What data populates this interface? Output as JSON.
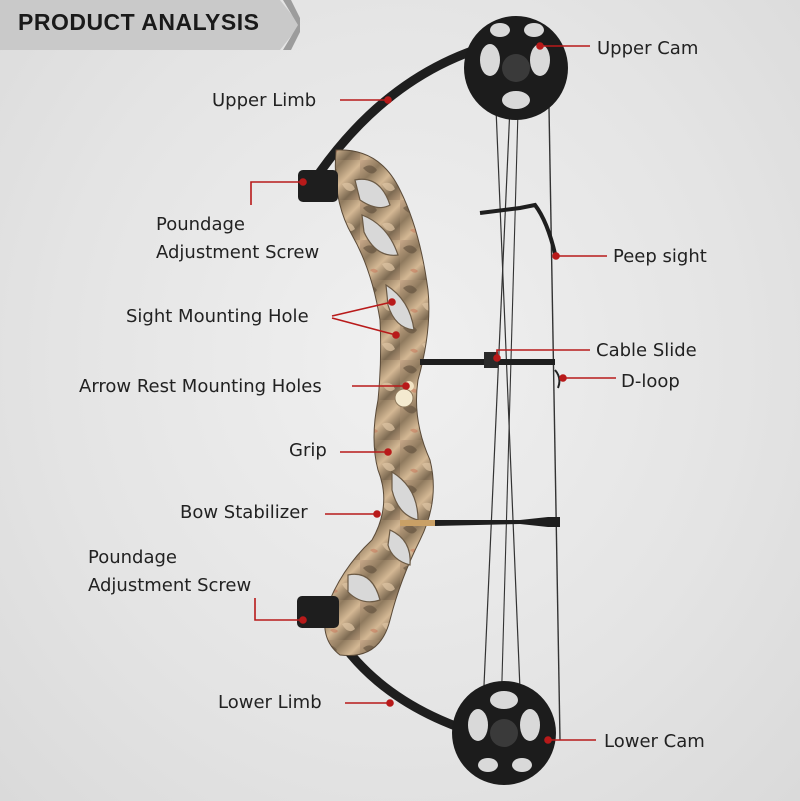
{
  "header": {
    "title": "PRODUCT ANALYSIS"
  },
  "colors": {
    "leader": "#b81a1a",
    "limb": "#1e1e1e",
    "header_bg": "#c8c8c8",
    "header_stripe": "#9a9a9a"
  },
  "labels": {
    "upper_cam": "Upper Cam",
    "upper_limb": "Upper Limb",
    "poundage_top_1": "Poundage",
    "poundage_top_2": "Adjustment Screw",
    "peep_sight": "Peep sight",
    "sight_mounting_hole": "Sight Mounting Hole",
    "cable_slide": "Cable Slide",
    "d_loop": "D-loop",
    "arrow_rest": "Arrow Rest Mounting Holes",
    "grip": "Grip",
    "bow_stabilizer": "Bow Stabilizer",
    "poundage_bottom_1": "Poundage",
    "poundage_bottom_2": "Adjustment Screw",
    "lower_limb": "Lower Limb",
    "lower_cam": "Lower Cam"
  }
}
